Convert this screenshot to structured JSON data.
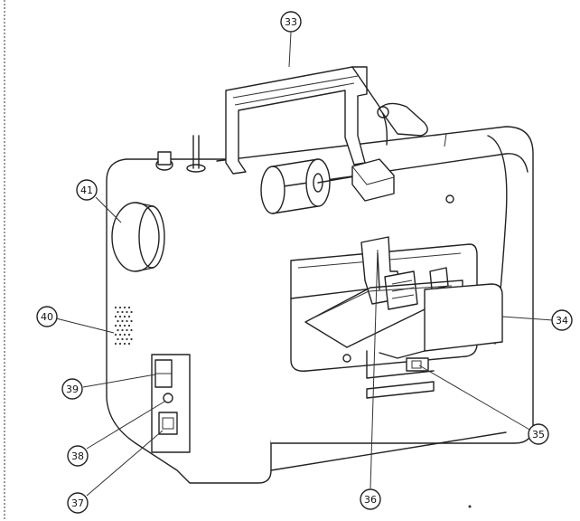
{
  "diagram": {
    "callouts": [
      "33",
      "34",
      "35",
      "36",
      "37",
      "38",
      "39",
      "40",
      "41"
    ]
  }
}
